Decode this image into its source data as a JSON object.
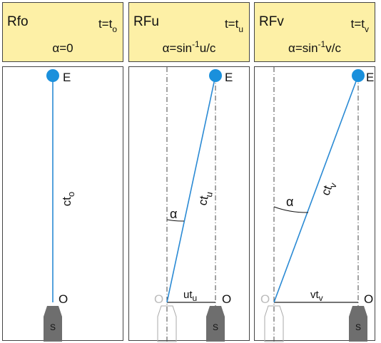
{
  "panels": [
    {
      "name": "Rfo",
      "time": "t=t",
      "time_sub": "o",
      "angle_prefix": "α=0",
      "angle_sup": "",
      "angle_suffix": "",
      "hyp_label": "ct",
      "hyp_sub": "o",
      "alpha": "",
      "base_label": "",
      "base_sub": "",
      "ghost_o": "",
      "end_label": "E",
      "origin_label": "O",
      "ship_label": "S"
    },
    {
      "name": "RFu",
      "time": "t=t",
      "time_sub": "u",
      "angle_prefix": "α=sin",
      "angle_sup": "-1",
      "angle_suffix": "u/c",
      "hyp_label": "ct",
      "hyp_sub": "u",
      "alpha": "α",
      "base_label": "ut",
      "base_sub": "u",
      "ghost_o": "O",
      "end_label": "E",
      "origin_label": "O",
      "ship_label": "S"
    },
    {
      "name": "RFv",
      "time": "t=t",
      "time_sub": "v",
      "angle_prefix": "α=sin",
      "angle_sup": "-1",
      "angle_suffix": "v/c",
      "hyp_label": "ct",
      "hyp_sub": "v",
      "alpha": "α",
      "base_label": "vt",
      "base_sub": "v",
      "ghost_o": "O",
      "end_label": "E",
      "origin_label": "O",
      "ship_label": "S"
    }
  ],
  "colors": {
    "header_bg": "#fdf0a6",
    "light_path": "#2a8ad4",
    "event_dot": "#1a90dc",
    "ship": "#6e6e6e",
    "ghost_ship": "#aaaaaa"
  }
}
